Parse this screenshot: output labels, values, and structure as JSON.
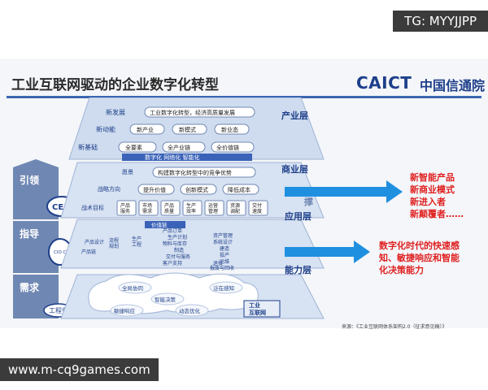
{
  "watermark_top": "TG: MYYJJPP",
  "watermark_bottom": "www.m-cq9games.com",
  "title": "工业互联网驱动的企业数字化转型",
  "logo": {
    "latin": "CAICT",
    "cn": "中国信通院"
  },
  "sidebar": [
    {
      "label": "引领",
      "role": "CEO"
    },
    {
      "label": "指导",
      "role": "CIO CTO CDO"
    },
    {
      "label": "需求",
      "role": "工程师"
    }
  ],
  "layers": {
    "industry": {
      "name": "产业层",
      "rows": [
        {
          "label": "新发展",
          "items": [
            "工业数字化转型，经济高质量发展"
          ]
        },
        {
          "label": "新动能",
          "items": [
            "新产业",
            "新模式",
            "新业态"
          ]
        },
        {
          "label": "新基础",
          "items": [
            "全要素",
            "全产业链",
            "全价值链"
          ]
        }
      ],
      "foot": "数字化  网络化  智能化"
    },
    "business": {
      "name": "商业层",
      "rows": [
        {
          "label": "愿景",
          "items": [
            "构建数字化转型中的竞争优势"
          ]
        },
        {
          "label": "战略方向",
          "items": [
            "提升价值",
            "创新模式",
            "降低成本"
          ]
        },
        {
          "label": "战术目标",
          "items": [
            "产品\n服务",
            "市场\n需求",
            "产品\n质量",
            "生产\n效率",
            "运营\n管理",
            "资源\n调配",
            "交付\n速度"
          ]
        }
      ]
    },
    "application": {
      "name": "应用层",
      "header": "价值链",
      "items": [
        "产品设计",
        "流程\n规划",
        "生产\n工程",
        "产品链",
        "产品订单",
        "生产计划",
        "物料与库存",
        "制造",
        "交付与服务",
        "客户支持",
        "资产管理",
        "系统设计",
        "建造",
        "投产",
        "运维",
        "退役",
        "报废与回收"
      ]
    },
    "capability": {
      "name": "能力层",
      "items": [
        "全局协同",
        "智能决策",
        "泛在感知",
        "敏捷响应",
        "动态优化"
      ],
      "base": "工业\n互联网"
    }
  },
  "support_label": "撑",
  "outcomes": {
    "upper": [
      "新智能产品",
      "新商业模式",
      "新进入者",
      "新颠覆者……"
    ],
    "lower": [
      "数字化时代的快速感",
      "知、敏捷响应和智能",
      "化决策能力"
    ]
  },
  "source": "来源：《工业互联网体系架构2.0（征求意见稿）》",
  "colors": {
    "accent": "#1e3f8a",
    "outcome_red": "#e02020",
    "arrow": "#1f8fe0",
    "layer": "#cfdcef"
  }
}
